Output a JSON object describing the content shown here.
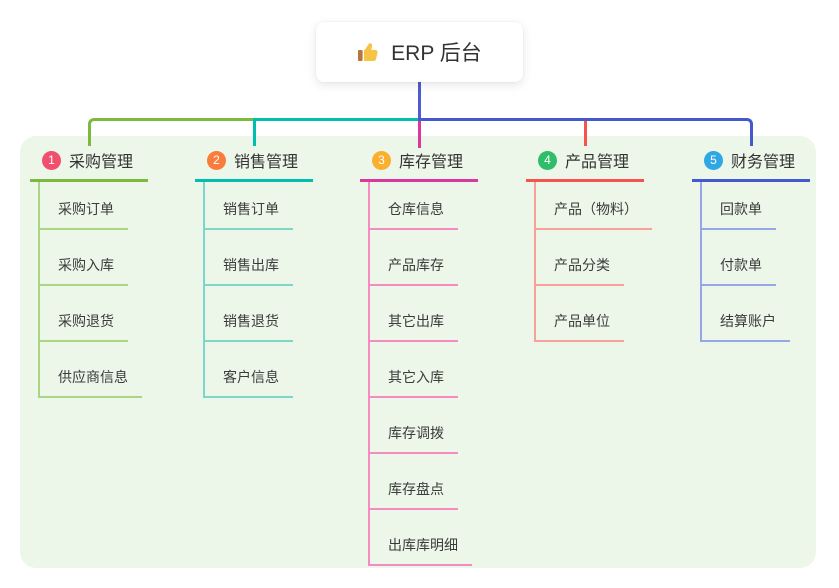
{
  "root": {
    "label": "ERP 后台",
    "icon": "thumbs-up-icon"
  },
  "branches": [
    {
      "num": "1",
      "label": "采购管理",
      "color": "#7CB93F",
      "light": "#A9D584",
      "badge": "#F0506E",
      "children": [
        "采购订单",
        "采购入库",
        "采购退货",
        "供应商信息"
      ]
    },
    {
      "num": "2",
      "label": "销售管理",
      "color": "#00BEB0",
      "light": "#7BD7CB",
      "badge": "#F87D3C",
      "children": [
        "销售订单",
        "销售出库",
        "销售退货",
        "客户信息"
      ]
    },
    {
      "num": "3",
      "label": "库存管理",
      "color": "#D9399F",
      "light": "#F28CC1",
      "badge": "#FBAF2E",
      "children": [
        "仓库信息",
        "产品库存",
        "其它出库",
        "其它入库",
        "库存调拨",
        "库存盘点",
        "出库库明细"
      ]
    },
    {
      "num": "4",
      "label": "产品管理",
      "color": "#F4534E",
      "light": "#F8A09A",
      "badge": "#2EBD68",
      "children": [
        "产品（物料）",
        "产品分类",
        "产品单位"
      ]
    },
    {
      "num": "5",
      "label": "财务管理",
      "color": "#4459CE",
      "light": "#96A7E7",
      "badge": "#2EA7E5",
      "children": [
        "回款单",
        "付款单",
        "结算账户"
      ]
    }
  ],
  "colors": {
    "page_bg": "#FFFFFF",
    "panel_bg": "#ECF7E9",
    "trunk": "#4F5BD2",
    "thumb": "#F6C344",
    "thumb_cuff": "#B5763A",
    "text": "#333333"
  }
}
